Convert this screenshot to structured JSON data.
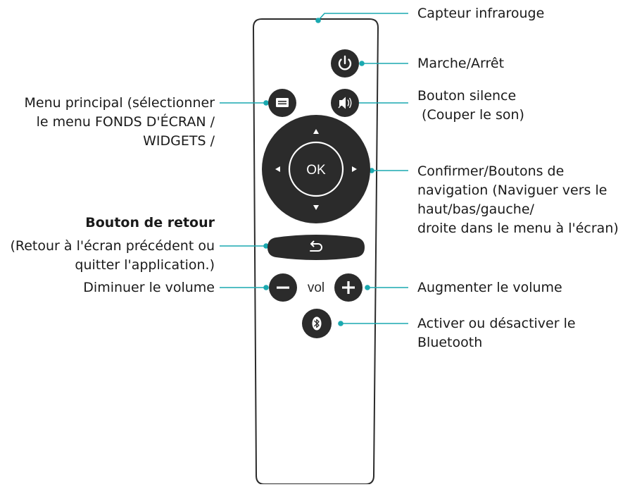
{
  "colors": {
    "accent": "#1aa9b0",
    "button": "#2b2b2b",
    "remote_outline": "#2b2b2b",
    "text": "#1a1a1a",
    "background": "#ffffff"
  },
  "remote": {
    "ok_label": "OK",
    "vol_label": "vol",
    "icons": [
      "power-icon",
      "menu-icon",
      "mute-icon",
      "back-arrow-icon",
      "minus-icon",
      "plus-icon",
      "bluetooth-icon",
      "arrow-up-icon",
      "arrow-down-icon",
      "arrow-left-icon",
      "arrow-right-icon"
    ]
  },
  "callouts": {
    "ir_sensor": "Capteur infrarouge",
    "power": "Marche/Arrêt",
    "mute_line1": "Bouton silence",
    "mute_line2": " (Couper le son)",
    "menu_line1": "Menu principal (sélectionner",
    "menu_line2": "le menu FONDS D'ÉCRAN /",
    "menu_line3": "WIDGETS /",
    "nav_line1": "Confirmer/Boutons de",
    "nav_line2": "navigation (Naviguer vers le",
    "nav_line3": "haut/bas/gauche/",
    "nav_line4": "droite dans le menu à l'écran)",
    "back_title": "Bouton de retour",
    "back_line1": "(Retour à l'écran précédent ou",
    "back_line2": "quitter l'application.)",
    "vol_down": "Diminuer le volume",
    "vol_up": "Augmenter le volume",
    "bt_line1": "Activer ou désactiver le",
    "bt_line2": "Bluetooth"
  }
}
